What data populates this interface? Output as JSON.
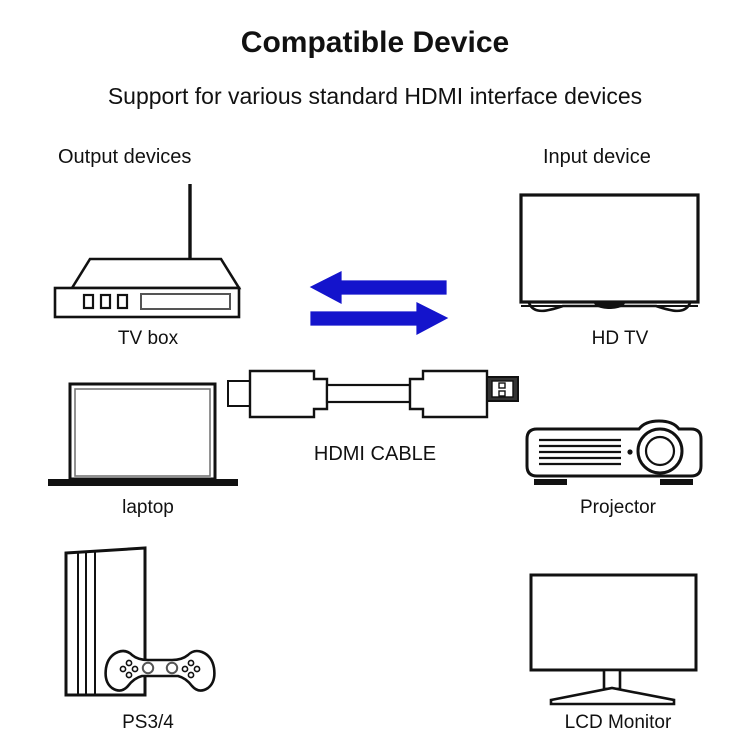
{
  "page": {
    "title": "Compatible Device",
    "subtitle": "Support for various standard HDMI interface devices",
    "background_color": "#ffffff",
    "line_color": "#111111",
    "arrow_color": "#1414cc"
  },
  "columns": {
    "output_header": "Output devices",
    "input_header": "Input device"
  },
  "devices": {
    "output": [
      {
        "id": "tv-box",
        "label": "TV box",
        "icon": "tv-box-icon"
      },
      {
        "id": "laptop",
        "label": "laptop",
        "icon": "laptop-icon"
      },
      {
        "id": "ps",
        "label": "PS3/4",
        "icon": "game-console-icon"
      }
    ],
    "input": [
      {
        "id": "hd-tv",
        "label": "HD TV",
        "icon": "television-icon"
      },
      {
        "id": "projector",
        "label": "Projector",
        "icon": "projector-icon"
      },
      {
        "id": "lcd-monitor",
        "label": "LCD Monitor",
        "icon": "monitor-icon"
      }
    ]
  },
  "cable": {
    "label": "HDMI CABLE",
    "icon": "hdmi-cable-icon"
  },
  "arrows": [
    {
      "id": "arrow-left",
      "direction": "left",
      "color": "#1414cc"
    },
    {
      "id": "arrow-right",
      "direction": "right",
      "color": "#1414cc"
    }
  ]
}
